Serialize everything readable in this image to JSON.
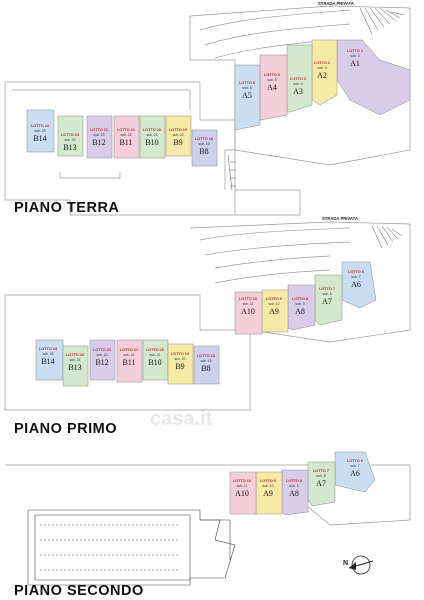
{
  "floors": {
    "terra": {
      "title": "PIANO TERRA",
      "street": "STRADA PRIVATA"
    },
    "primo": {
      "title": "PIANO PRIMO",
      "street": "STRADA PRIVATA"
    },
    "secondo": {
      "title": "PIANO SECONDO"
    }
  },
  "watermark": "casa.it",
  "compass": {
    "letter": "N"
  },
  "colors": {
    "blue": "#c9def2",
    "purple": "#d8cde8",
    "pink": "#f4cfda",
    "green": "#d3e8cc",
    "yellow": "#f7eaa6",
    "lavender": "#cfcfee",
    "gray_outline": "#9a9a9a"
  },
  "lots_terra": [
    {
      "title": "LOTTO 1",
      "sub": "sub. 3",
      "code": "A1"
    },
    {
      "title": "LOTTO 2",
      "sub": "sub. 3",
      "code": "A2"
    },
    {
      "title": "LOTTO 3",
      "sub": "sub. 4",
      "code": "A3"
    },
    {
      "title": "LOTTO 4",
      "sub": "sub. 5",
      "code": "A4"
    },
    {
      "title": "LOTTO 5",
      "sub": "sub. 6",
      "code": "A5"
    },
    {
      "title": "LOTTO 24",
      "sub": "sub. 25",
      "code": "B14"
    },
    {
      "title": "LOTTO 23",
      "sub": "sub. 24",
      "code": "B13"
    },
    {
      "title": "LOTTO 22",
      "sub": "sub. 23",
      "code": "B12"
    },
    {
      "title": "LOTTO 21",
      "sub": "sub. 22",
      "code": "B11"
    },
    {
      "title": "LOTTO 20",
      "sub": "sub. 21",
      "code": "B10"
    },
    {
      "title": "LOTTO 19",
      "sub": "sub. 20",
      "code": "B9"
    },
    {
      "title": "LOTTO 18",
      "sub": "sub. 19",
      "code": "B8"
    }
  ],
  "lots_primo": [
    {
      "title": "LOTTO 6",
      "sub": "sub. 7",
      "code": "A6"
    },
    {
      "title": "LOTTO 7",
      "sub": "sub. 8",
      "code": "A7"
    },
    {
      "title": "LOTTO 8",
      "sub": "sub. 9",
      "code": "A8"
    },
    {
      "title": "LOTTO 9",
      "sub": "sub. 10",
      "code": "A9"
    },
    {
      "title": "LOTTO 10",
      "sub": "sub. 11",
      "code": "A10"
    },
    {
      "title": "LOTTO 24",
      "sub": "sub. 25",
      "code": "B14"
    },
    {
      "title": "LOTTO 23",
      "sub": "sub. 24",
      "code": "B13"
    },
    {
      "title": "LOTTO 22",
      "sub": "sub. 23",
      "code": "B12"
    },
    {
      "title": "LOTTO 21",
      "sub": "sub. 22",
      "code": "B11"
    },
    {
      "title": "LOTTO 20",
      "sub": "sub. 21",
      "code": "B10"
    },
    {
      "title": "LOTTO 19",
      "sub": "sub. 20",
      "code": "B9"
    },
    {
      "title": "LOTTO 18",
      "sub": "sub. 19",
      "code": "B8"
    }
  ],
  "lots_secondo": [
    {
      "title": "LOTTO 6",
      "sub": "sub. 7",
      "code": "A6"
    },
    {
      "title": "LOTTO 7",
      "sub": "sub. 8",
      "code": "A7"
    },
    {
      "title": "LOTTO 8",
      "sub": "sub. 9",
      "code": "A8"
    },
    {
      "title": "LOTTO 9",
      "sub": "sub. 10",
      "code": "A9"
    },
    {
      "title": "LOTTO 10",
      "sub": "sub. 11",
      "code": "A10"
    }
  ]
}
